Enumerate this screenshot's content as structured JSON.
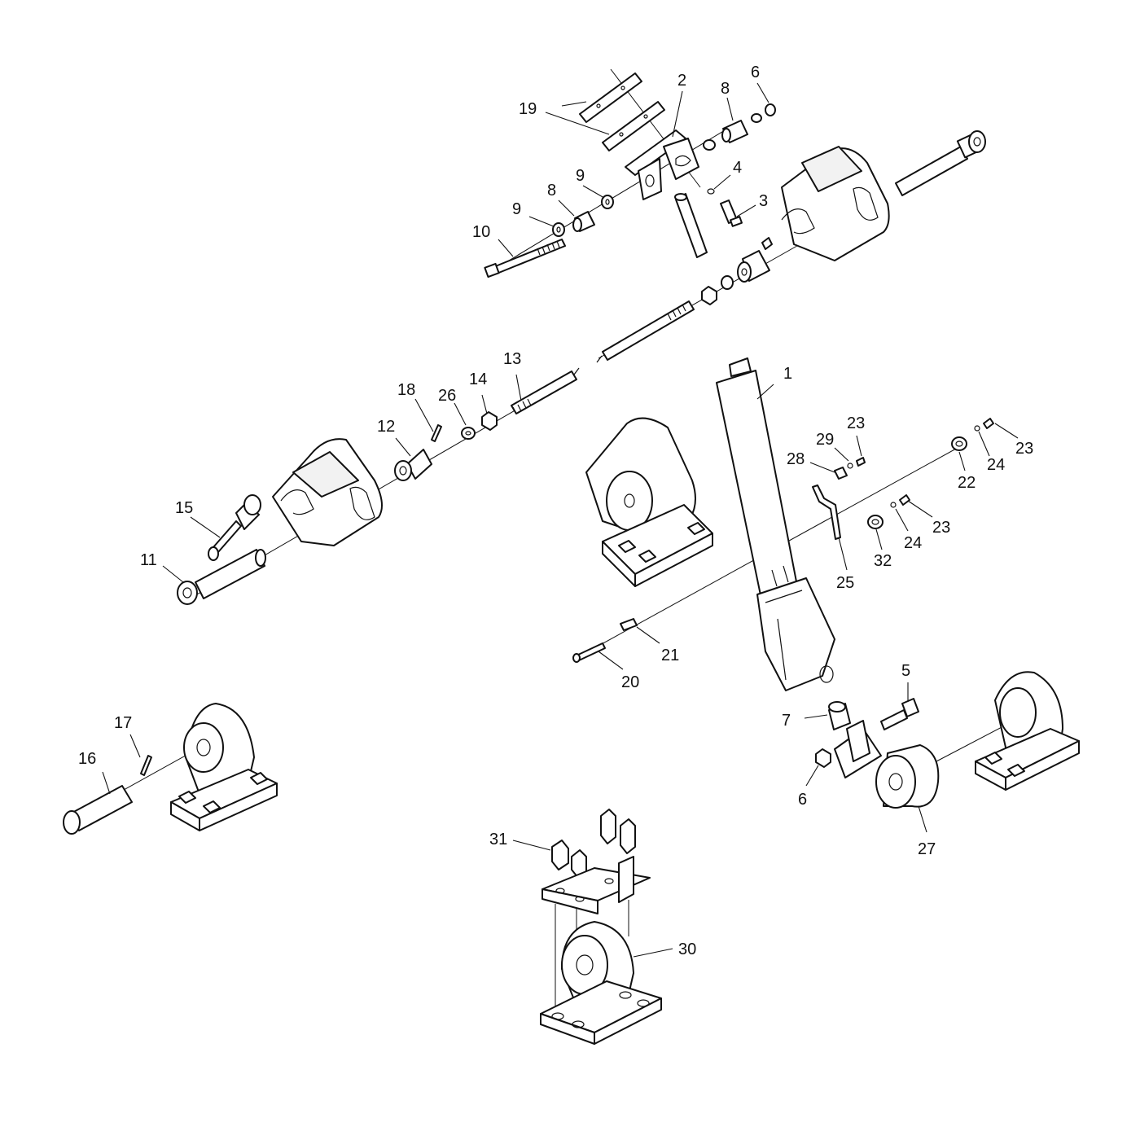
{
  "diagram": {
    "callouts": [
      {
        "id": "c1",
        "text": "1"
      },
      {
        "id": "c2",
        "text": "2"
      },
      {
        "id": "c3",
        "text": "3"
      },
      {
        "id": "c4",
        "text": "4"
      },
      {
        "id": "c5",
        "text": "5"
      },
      {
        "id": "c6a",
        "text": "6"
      },
      {
        "id": "c6b",
        "text": "6"
      },
      {
        "id": "c7",
        "text": "7"
      },
      {
        "id": "c8a",
        "text": "8"
      },
      {
        "id": "c8b",
        "text": "8"
      },
      {
        "id": "c9a",
        "text": "9"
      },
      {
        "id": "c9b",
        "text": "9"
      },
      {
        "id": "c10",
        "text": "10"
      },
      {
        "id": "c11",
        "text": "11"
      },
      {
        "id": "c12",
        "text": "12"
      },
      {
        "id": "c13",
        "text": "13"
      },
      {
        "id": "c14",
        "text": "14"
      },
      {
        "id": "c15",
        "text": "15"
      },
      {
        "id": "c16",
        "text": "16"
      },
      {
        "id": "c17",
        "text": "17"
      },
      {
        "id": "c18",
        "text": "18"
      },
      {
        "id": "c19",
        "text": "19"
      },
      {
        "id": "c20",
        "text": "20"
      },
      {
        "id": "c21",
        "text": "21"
      },
      {
        "id": "c22",
        "text": "22"
      },
      {
        "id": "c23a",
        "text": "23"
      },
      {
        "id": "c23b",
        "text": "23"
      },
      {
        "id": "c23c",
        "text": "23"
      },
      {
        "id": "c24a",
        "text": "24"
      },
      {
        "id": "c24b",
        "text": "24"
      },
      {
        "id": "c25",
        "text": "25"
      },
      {
        "id": "c26",
        "text": "26"
      },
      {
        "id": "c27",
        "text": "27"
      },
      {
        "id": "c28",
        "text": "28"
      },
      {
        "id": "c29",
        "text": "29"
      },
      {
        "id": "c30",
        "text": "30"
      },
      {
        "id": "c31",
        "text": "31"
      },
      {
        "id": "c32",
        "text": "32"
      }
    ]
  }
}
